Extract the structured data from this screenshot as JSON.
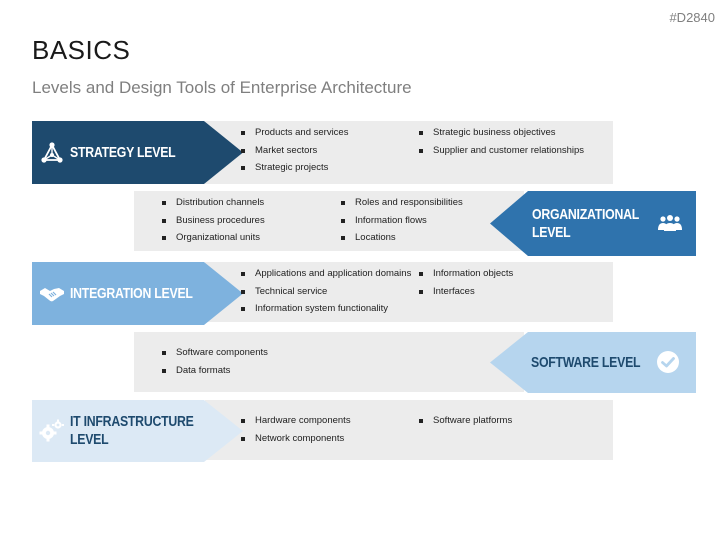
{
  "slide": {
    "code": "#D2840",
    "title": "BASICS",
    "subtitle": "Levels and Design Tools of Enterprise Architecture"
  },
  "colors": {
    "strategy": "#1e4a6e",
    "organizational": "#2f73ad",
    "integration": "#7eb2de",
    "software": "#b6d5ee",
    "infrastructure": "#dce9f5",
    "panel": "#ececec"
  },
  "levels": {
    "strategy": {
      "label": "STRATEGY LEVEL",
      "icon": "network-triangle-icon",
      "col1": [
        "Products and services",
        "Market sectors",
        "Strategic projects"
      ],
      "col2": [
        "Strategic business objectives",
        "Supplier and customer relationships"
      ]
    },
    "organizational": {
      "label_line1": "ORGANIZATIONAL",
      "label_line2": "LEVEL",
      "icon": "people-group-icon",
      "col1": [
        "Distribution channels",
        "Business procedures",
        "Organizational units"
      ],
      "col2": [
        "Roles and responsibilities",
        "Information flows",
        "Locations"
      ]
    },
    "integration": {
      "label": "INTEGRATION LEVEL",
      "icon": "handshake-icon",
      "col1": [
        "Applications and application domains",
        "Technical service",
        "Information system functionality"
      ],
      "col2": [
        "Information objects",
        "Interfaces"
      ]
    },
    "software": {
      "label": "SOFTWARE LEVEL",
      "icon": "check-circle-icon",
      "col1": [
        "Software components",
        "Data formats"
      ]
    },
    "infrastructure": {
      "label_line1": "IT INFRASTRUCTURE",
      "label_line2": "LEVEL",
      "icon": "gears-icon",
      "col1": [
        "Hardware components",
        "Network components"
      ],
      "col2": [
        "Software platforms"
      ]
    }
  }
}
